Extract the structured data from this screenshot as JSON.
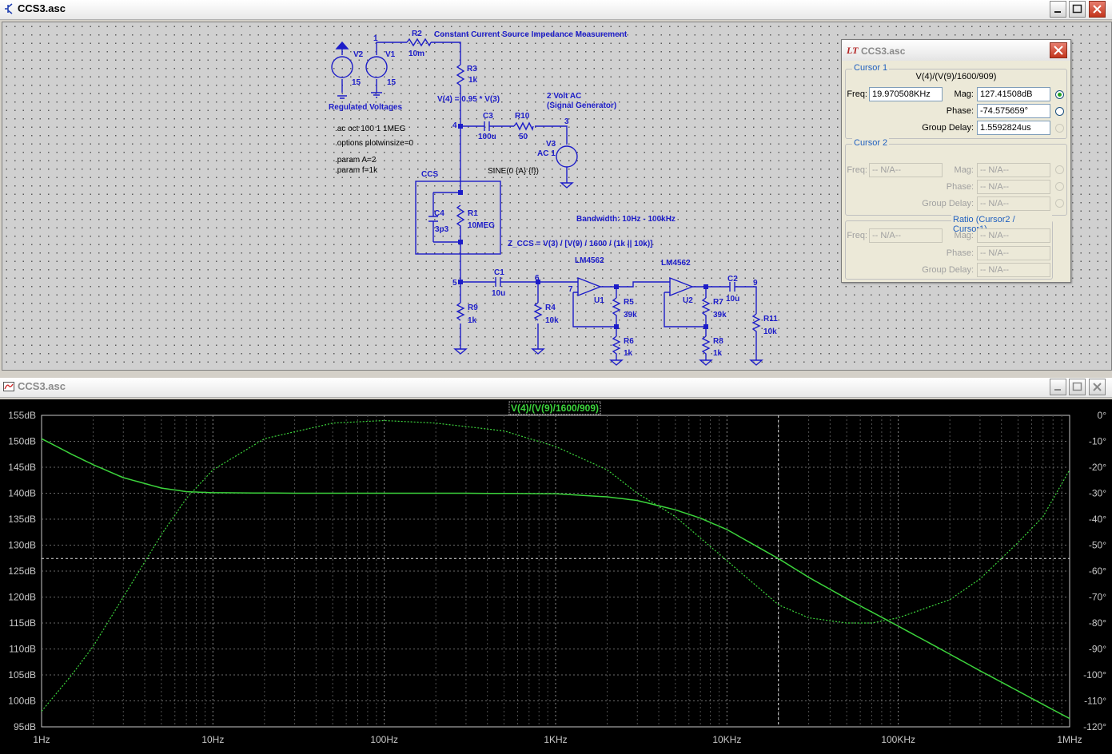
{
  "schematic_window": {
    "title": "CCS3.asc"
  },
  "plot_window": {
    "title": "CCS3.asc"
  },
  "schematic": {
    "title_note": "Constant Current Source Impedance Measurement",
    "regulated_label": "Regulated Voltages",
    "spice": [
      ".ac oct 100 1 1MEG",
      ".options plotwinsize=0",
      ".param A=2",
      ".param f=1k"
    ],
    "v4_note": "V(4) = 0.95 * V(3)",
    "ac_note_1": "2 Volt AC",
    "ac_note_2": "(Signal Generator)",
    "ccs_label": "CCS",
    "bandwidth": "Bandwidth: 10Hz - 100kHz",
    "zccs": "Z_CCS = V(3) / [V(9) / 1600 / (1k || 10k)]",
    "sine": "SINE(0 {A} {f})",
    "parts": {
      "v2": "V2",
      "v2v": "15",
      "v1": "V1",
      "v1v": "15",
      "r2": "R2",
      "r2v": "10m",
      "r3": "R3",
      "r3v": "1k",
      "c3": "C3",
      "c3v": "100u",
      "r10": "R10",
      "r10v": "50",
      "v3": "V3",
      "v3v": "AC 1",
      "r1": "R1",
      "r1v": "10MEG",
      "c4": "C4",
      "c4v": "3p3",
      "c1": "C1",
      "c1v": "10u",
      "r9": "R9",
      "r9v": "1k",
      "r4": "R4",
      "r4v": "10k",
      "u1m": "LM4562",
      "u1": "U1",
      "r5": "R5",
      "r5v": "39k",
      "r6": "R6",
      "r6v": "1k",
      "u2m": "LM4562",
      "u2": "U2",
      "r7": "R7",
      "r7v": "39k",
      "r8": "R8",
      "r8v": "1k",
      "c2": "C2",
      "c2v": "10u",
      "r11": "R11",
      "r11v": "10k"
    },
    "nodes": [
      "1",
      "3",
      "4",
      "5",
      "6",
      "7",
      "9"
    ]
  },
  "cursor_dialog": {
    "title": "CCS3.asc",
    "cursor1": {
      "legend": "Cursor 1",
      "expr": "V(4)/(V(9)/1600/909)",
      "freq_label": "Freq:",
      "freq": "19.970508KHz",
      "mag_label": "Mag:",
      "mag": "127.41508dB",
      "phase_label": "Phase:",
      "phase": "-74.575659°",
      "gd_label": "Group Delay:",
      "gd": "1.5592824us"
    },
    "cursor2": {
      "legend": "Cursor 2",
      "freq_label": "Freq:",
      "freq": "-- N/A--",
      "mag_label": "Mag:",
      "mag": "-- N/A--",
      "phase_label": "Phase:",
      "phase": "-- N/A--",
      "gd_label": "Group Delay:",
      "gd": "-- N/A--"
    },
    "ratio": {
      "legend": "Ratio (Cursor2 / Cursor1)",
      "freq_label": "Freq:",
      "freq": "-- N/A--",
      "mag_label": "Mag:",
      "mag": "-- N/A--",
      "phase_label": "Phase:",
      "phase": "-- N/A--",
      "gd_label": "Group Delay:",
      "gd": "-- N/A--"
    }
  },
  "chart_data": {
    "type": "line",
    "title": "V(4)/(V(9)/1600/909)",
    "x_scale": "log",
    "xlim": [
      1,
      1000000
    ],
    "x_ticks": [
      "1Hz",
      "10Hz",
      "100Hz",
      "1KHz",
      "10KHz",
      "100KHz",
      "1MHz"
    ],
    "ylim_left": [
      95,
      155
    ],
    "y_left_ticks": [
      "155dB",
      "150dB",
      "145dB",
      "140dB",
      "135dB",
      "130dB",
      "125dB",
      "120dB",
      "115dB",
      "110dB",
      "105dB",
      "100dB",
      "95dB"
    ],
    "ylim_right": [
      -120,
      0
    ],
    "y_right_ticks": [
      "0°",
      "-10°",
      "-20°",
      "-30°",
      "-40°",
      "-50°",
      "-60°",
      "-70°",
      "-80°",
      "-90°",
      "-100°",
      "-110°",
      "-120°"
    ],
    "grid": true,
    "series": [
      {
        "name": "Magnitude",
        "axis": "left",
        "style": "solid",
        "color": "#3cd43c",
        "x": [
          1,
          1.5,
          2,
          3,
          5,
          7,
          10,
          30,
          100,
          300,
          1000,
          2000,
          3000,
          5000,
          7000,
          10000,
          20000,
          30000,
          50000,
          100000,
          200000,
          300000,
          500000,
          700000,
          1000000
        ],
        "y": [
          150.5,
          147.5,
          145.5,
          143.0,
          141.0,
          140.3,
          140.1,
          140.0,
          140.0,
          140.0,
          139.9,
          139.3,
          138.6,
          136.8,
          135.2,
          133.0,
          127.4,
          123.8,
          119.7,
          114.4,
          109.0,
          105.8,
          101.9,
          99.3,
          96.6
        ]
      },
      {
        "name": "Phase",
        "axis": "right",
        "style": "dotted",
        "color": "#3cd43c",
        "x": [
          1,
          1.5,
          2,
          3,
          5,
          7,
          10,
          20,
          50,
          100,
          200,
          500,
          1000,
          2000,
          3000,
          5000,
          10000,
          20000,
          30000,
          50000,
          70000,
          100000,
          200000,
          300000,
          500000,
          700000,
          1000000
        ],
        "y": [
          -114,
          -100,
          -89,
          -70,
          -46,
          -32,
          -21,
          -9,
          -3,
          -2,
          -3,
          -6,
          -12,
          -21,
          -30,
          -39,
          -56,
          -73,
          -78,
          -80,
          -80,
          -78,
          -71,
          -63,
          -49,
          -39,
          -21
        ]
      }
    ],
    "cursor": {
      "x": 19970.508,
      "y": 127.41508
    }
  }
}
